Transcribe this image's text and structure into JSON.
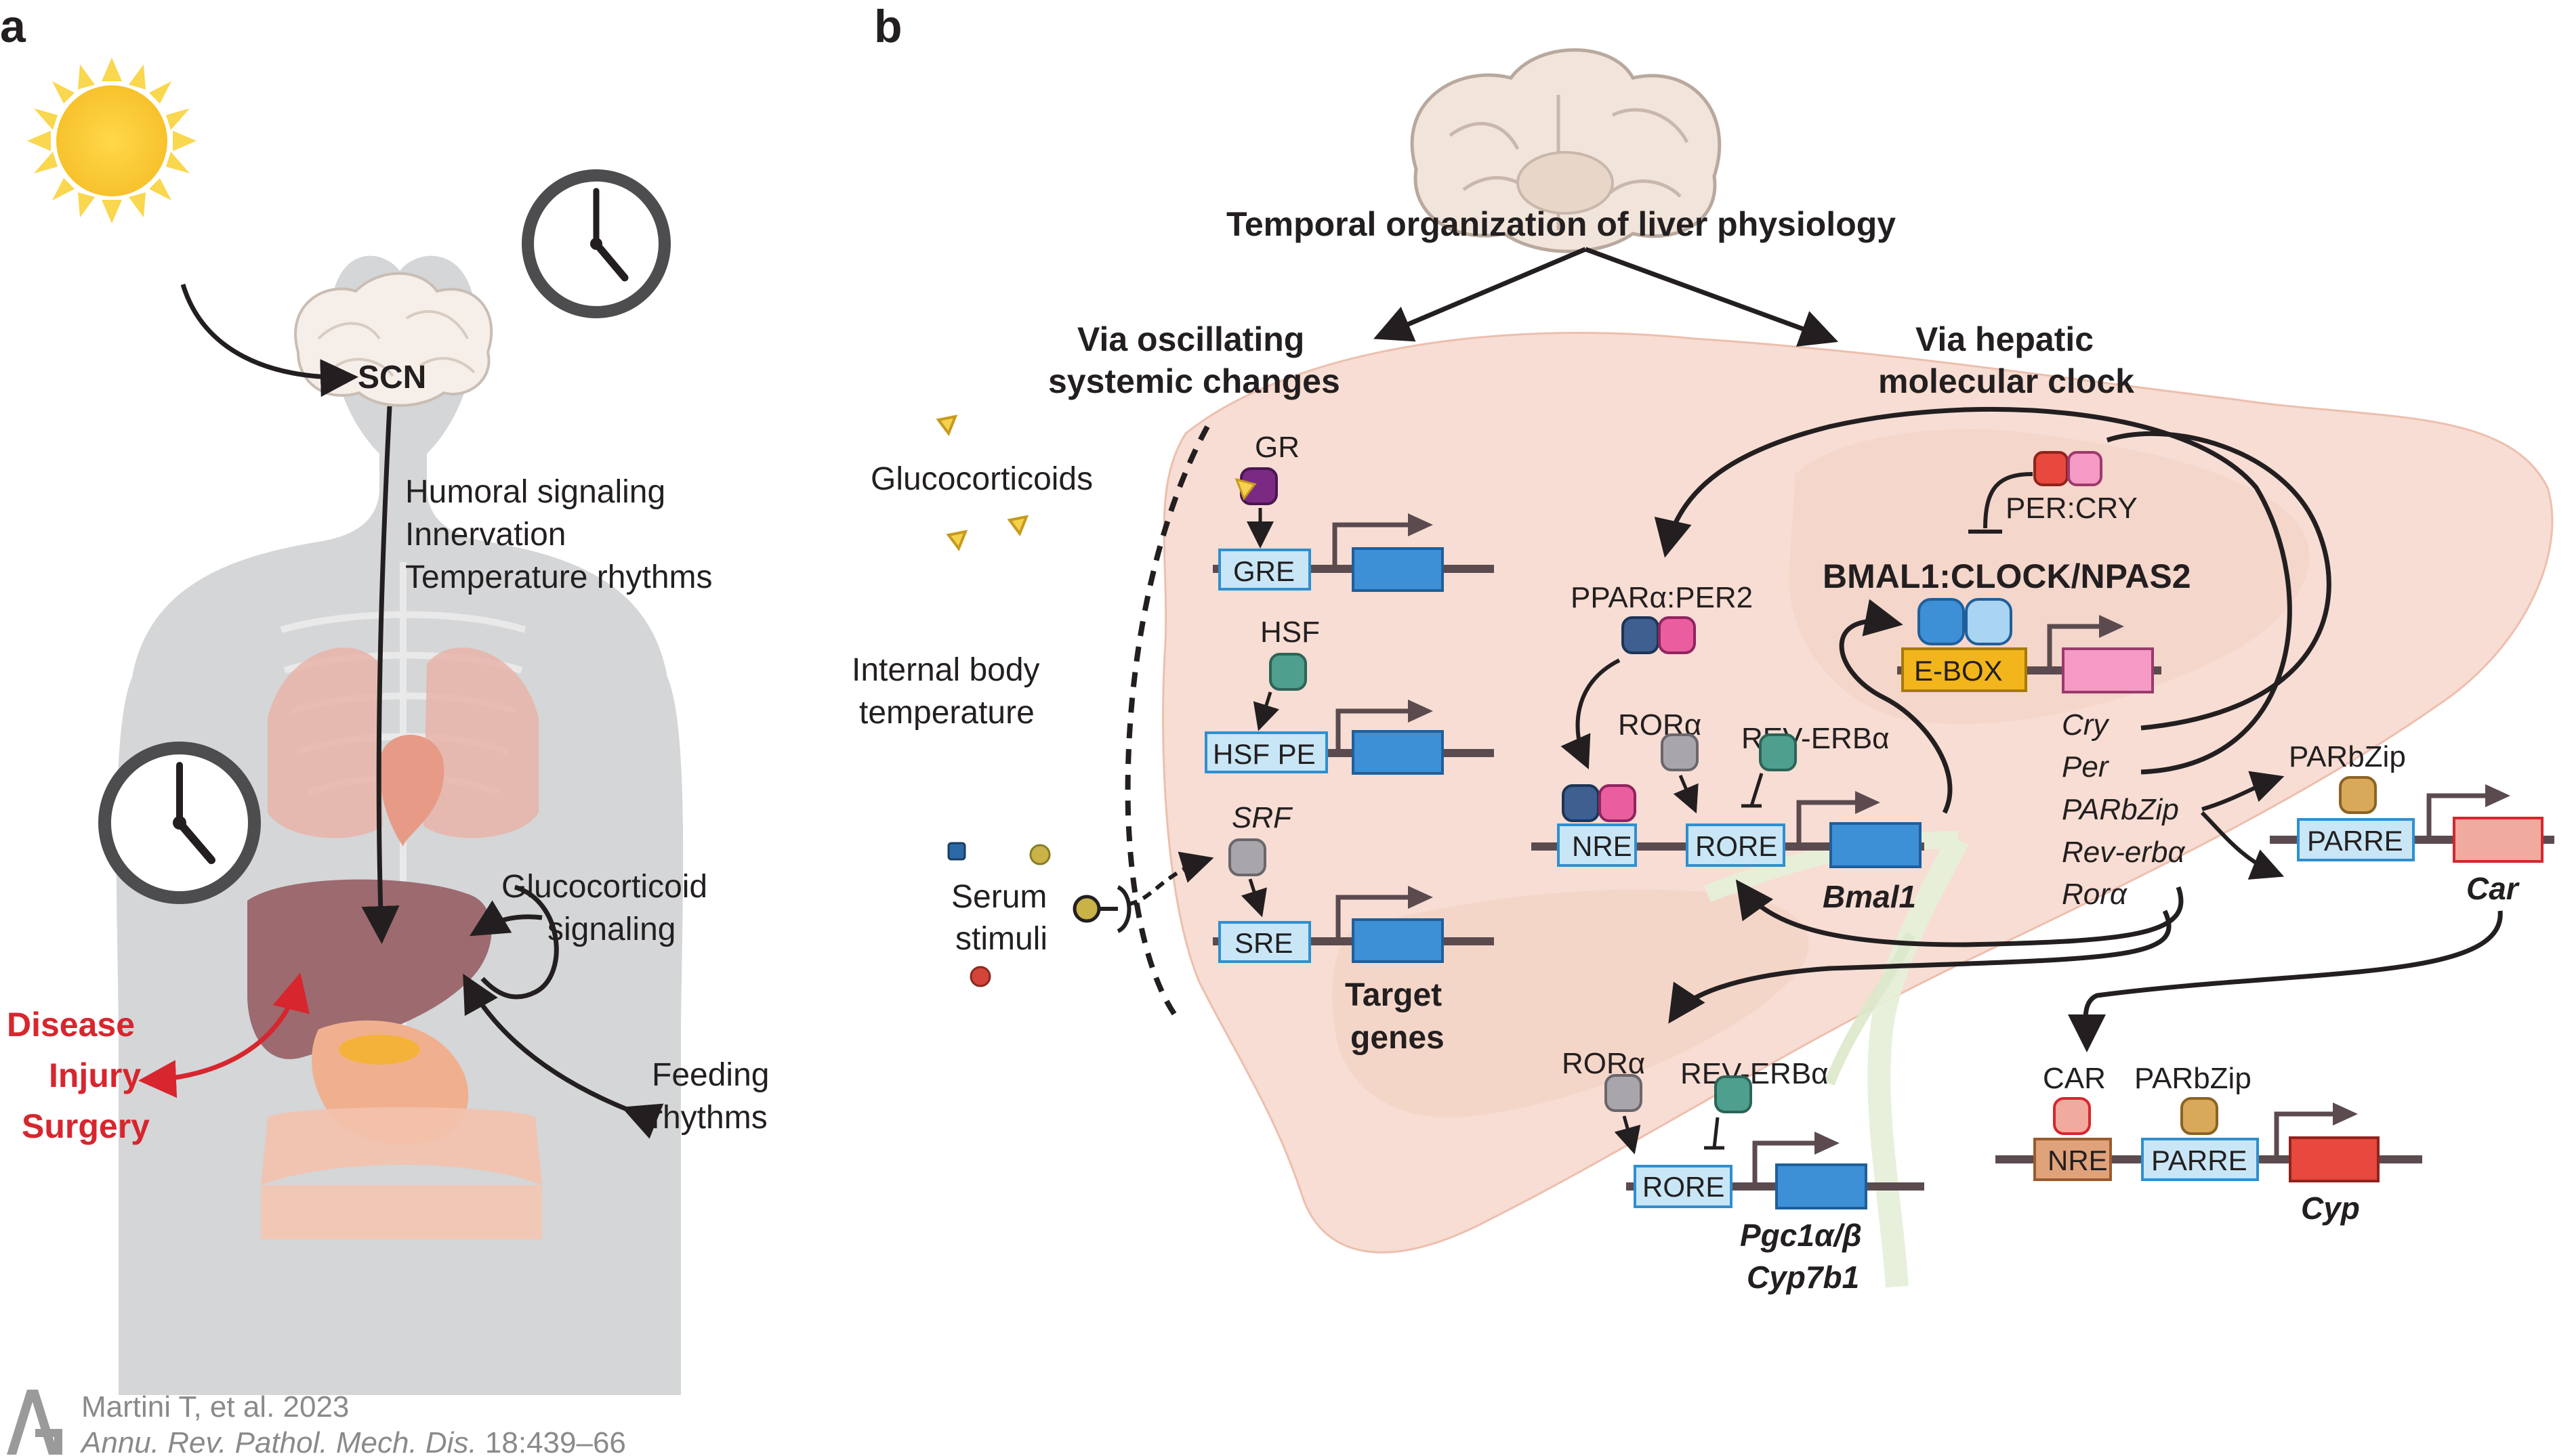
{
  "panel_a": {
    "letter": "a",
    "scn": "SCN",
    "signals": [
      "Humoral signaling",
      "Innervation",
      "Temperature rhythms"
    ],
    "glucocorticoid_signaling": [
      "Glucocorticoid",
      "signaling"
    ],
    "feeding_rhythms": [
      "Feeding",
      "rhythms"
    ],
    "disruptors": [
      "Disease",
      "Injury",
      "Surgery"
    ]
  },
  "panel_b": {
    "letter": "b",
    "title": "Temporal organization of liver physiology",
    "left_branch": [
      "Via oscillating",
      "systemic changes"
    ],
    "right_branch": [
      "Via hepatic",
      "molecular clock"
    ],
    "glucocorticoids": "Glucocorticoids",
    "internal_temp": [
      "Internal body",
      "temperature"
    ],
    "serum": [
      "Serum",
      "stimuli"
    ],
    "gr": "GR",
    "gre": "GRE",
    "hsf": "HSF",
    "hsf_pe": "HSF PE",
    "srf": "SRF",
    "sre": "SRE",
    "target_genes": [
      "Target",
      "genes"
    ],
    "per_cry": "PER:CRY",
    "bmal_complex": "BMAL1:CLOCK/NPAS2",
    "ebox": "E-BOX",
    "ppar_per2": "PPARα:PER2",
    "ror": "RORα",
    "reverb": "REV-ERBα",
    "nre": "NRE",
    "rore": "RORE",
    "bmal1": "Bmal1",
    "clock_genes": [
      "Cry",
      "Per",
      "PARbZip",
      "Rev-erbα",
      "Rorα"
    ],
    "parbzip": "PARbZip",
    "parre": "PARRE",
    "car_gene": "Car",
    "car": "CAR",
    "cyp": "Cyp",
    "pgc_genes": [
      "Pgc1α/β",
      "Cyp7b1"
    ]
  },
  "citation": {
    "authors": "Martini T, et al. 2023",
    "journal": "Annu. Rev. Pathol. Mech. Dis.",
    "pages": "18:439–66"
  },
  "colors": {
    "liver": "#f7ddd3",
    "element_box": "#c8e6f6",
    "gene_blue": "#3d8fd6",
    "gene_pink": "#f49ac4",
    "gene_red": "#e8483d",
    "ebox": "#f2b51c",
    "nre_orange": "#e0a27a",
    "disruptor_red": "#d7262e"
  }
}
